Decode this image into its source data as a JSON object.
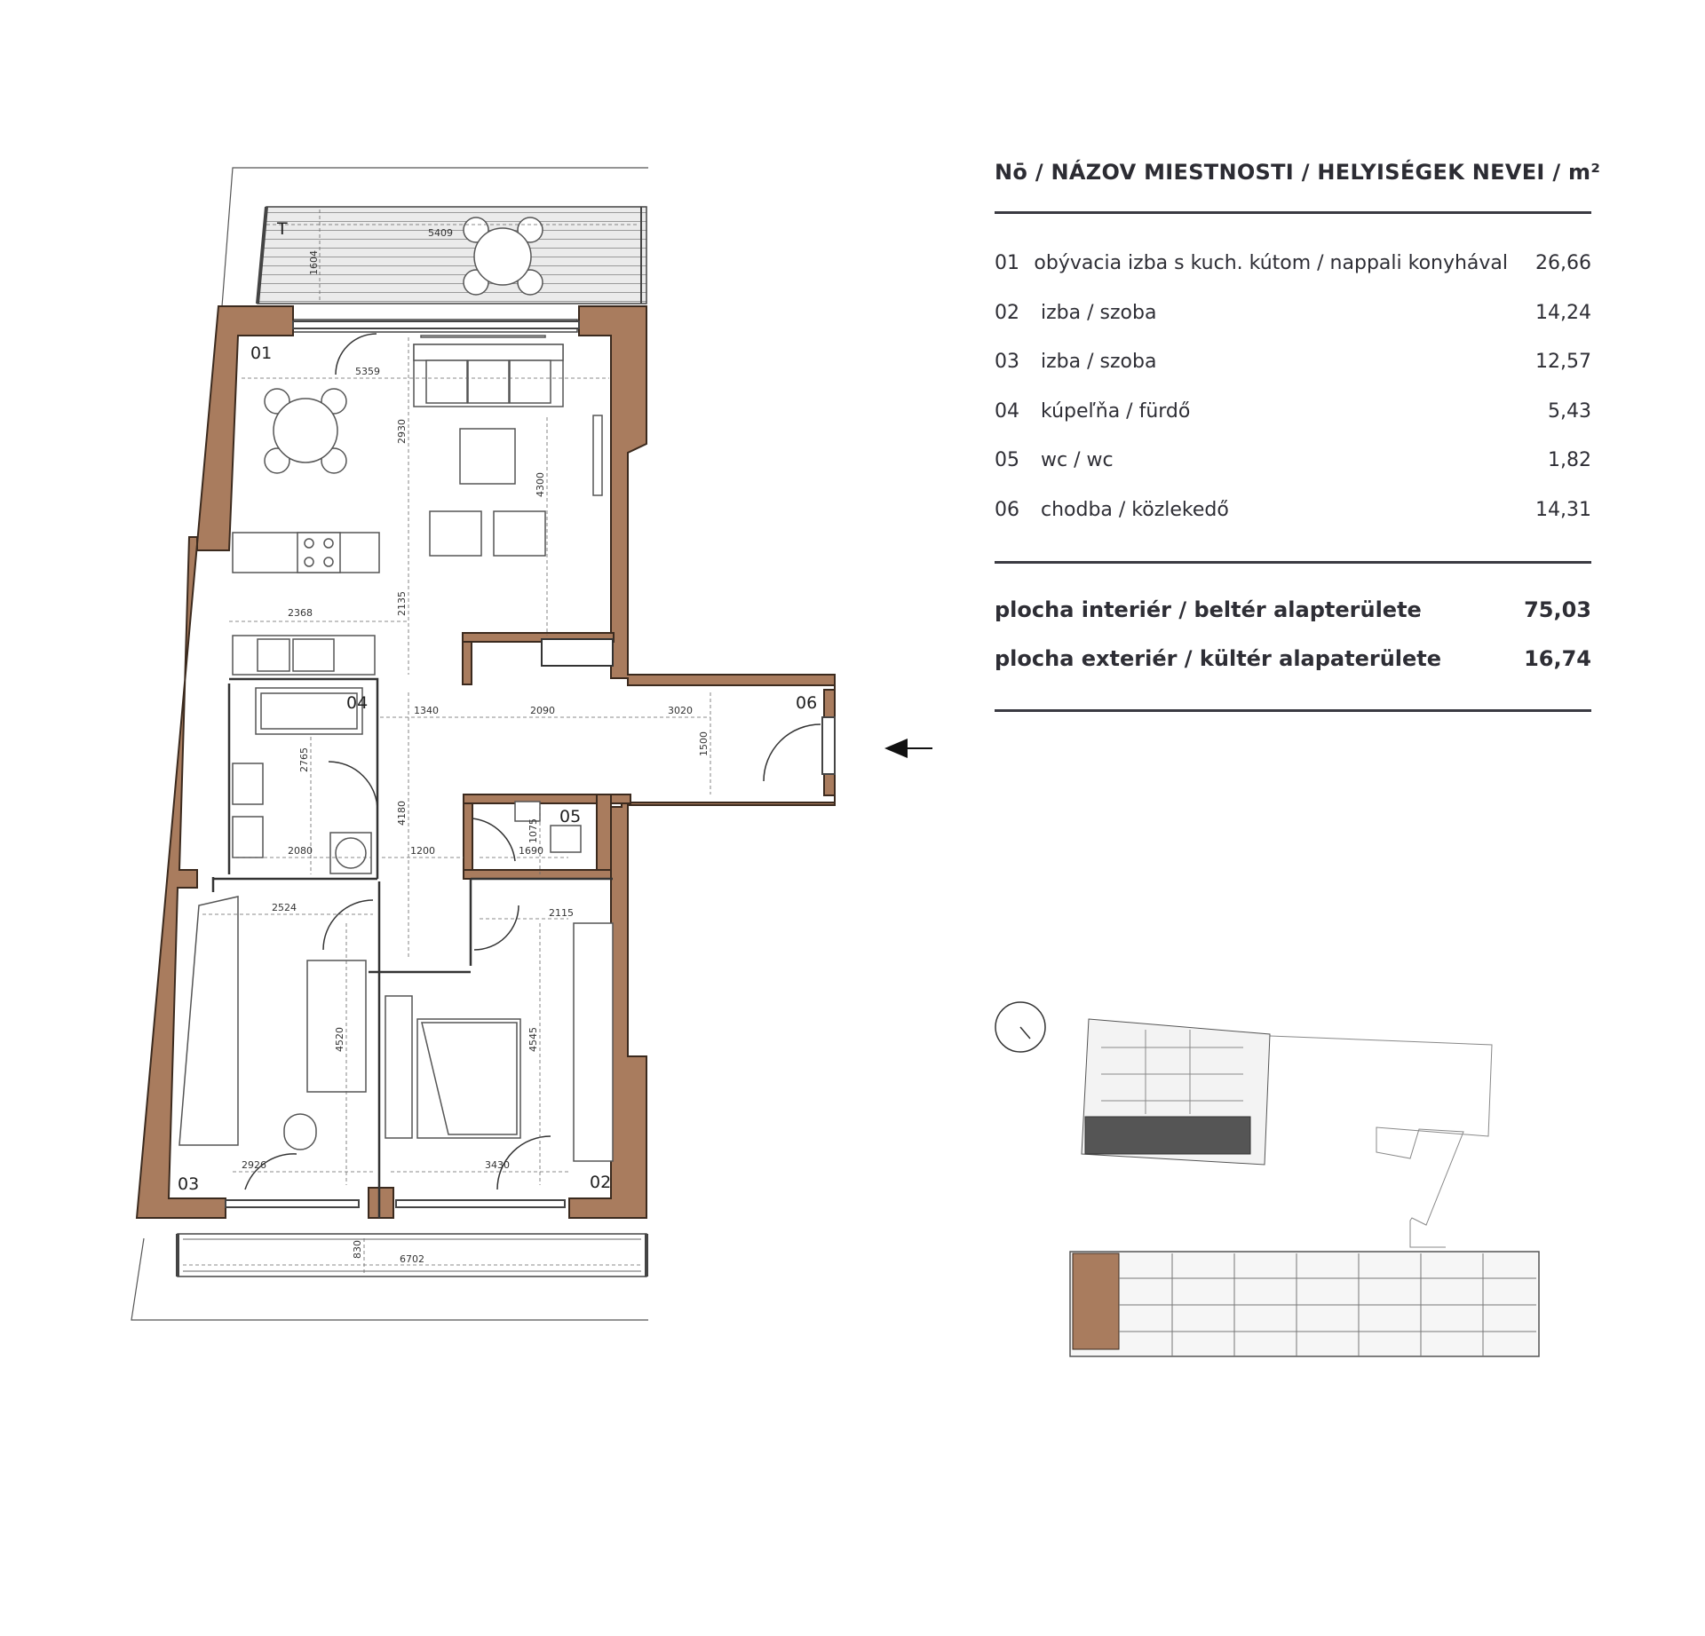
{
  "legend": {
    "header": "Nō / NÁZOV MIESTNOSTI / HELYISÉGEK NEVEI / m²",
    "rooms": [
      {
        "no": "01",
        "name": "obývacia izba s kuch. kútom / nappali konyhával",
        "area": "26,66"
      },
      {
        "no": "02",
        "name": "izba / szoba",
        "area": "14,24"
      },
      {
        "no": "03",
        "name": "izba / szoba",
        "area": "12,57"
      },
      {
        "no": "04",
        "name": "kúpeľňa / fürdő",
        "area": "5,43"
      },
      {
        "no": "05",
        "name": "wc / wc",
        "area": "1,82"
      },
      {
        "no": "06",
        "name": "chodba / közlekedő",
        "area": "14,31"
      }
    ],
    "totals": [
      {
        "label": "plocha interiér / beltér alapterülete",
        "value": "75,03"
      },
      {
        "label": "plocha exteriér / kültér alapaterülete",
        "value": "16,74"
      }
    ]
  },
  "plan": {
    "room_labels": {
      "r01": "01",
      "r02": "02",
      "r03": "03",
      "r04": "04",
      "r05": "05",
      "r06": "06",
      "terrace": "T"
    },
    "dimensions": {
      "terrace_top_w": "5409",
      "terrace_top_h": "1604",
      "living_w": "5359",
      "living_h": "2930",
      "living_depth": "4300",
      "kitchen_w": "2368",
      "kitchen_h": "2135",
      "hall_a": "1340",
      "hall_b": "2090",
      "hall_c": "3020",
      "hall_h": "1500",
      "bath_h": "2765",
      "bath_w": "2080",
      "corr_h": "4180",
      "corr_w": "1200",
      "wc_h": "1075",
      "wc_w": "1690",
      "room03_w": "2524",
      "room03_h": "4520",
      "room03_win": "2926",
      "room02_w": "2115",
      "room02_h": "4545",
      "room02_win": "3430",
      "terrace_bot_h": "830",
      "terrace_bot_w": "6702"
    }
  },
  "colors": {
    "wall": "#a97c5e",
    "wall_stroke": "#3b2a1e",
    "terrace": "#e8e8e8",
    "highlight": "#a97c5e"
  }
}
